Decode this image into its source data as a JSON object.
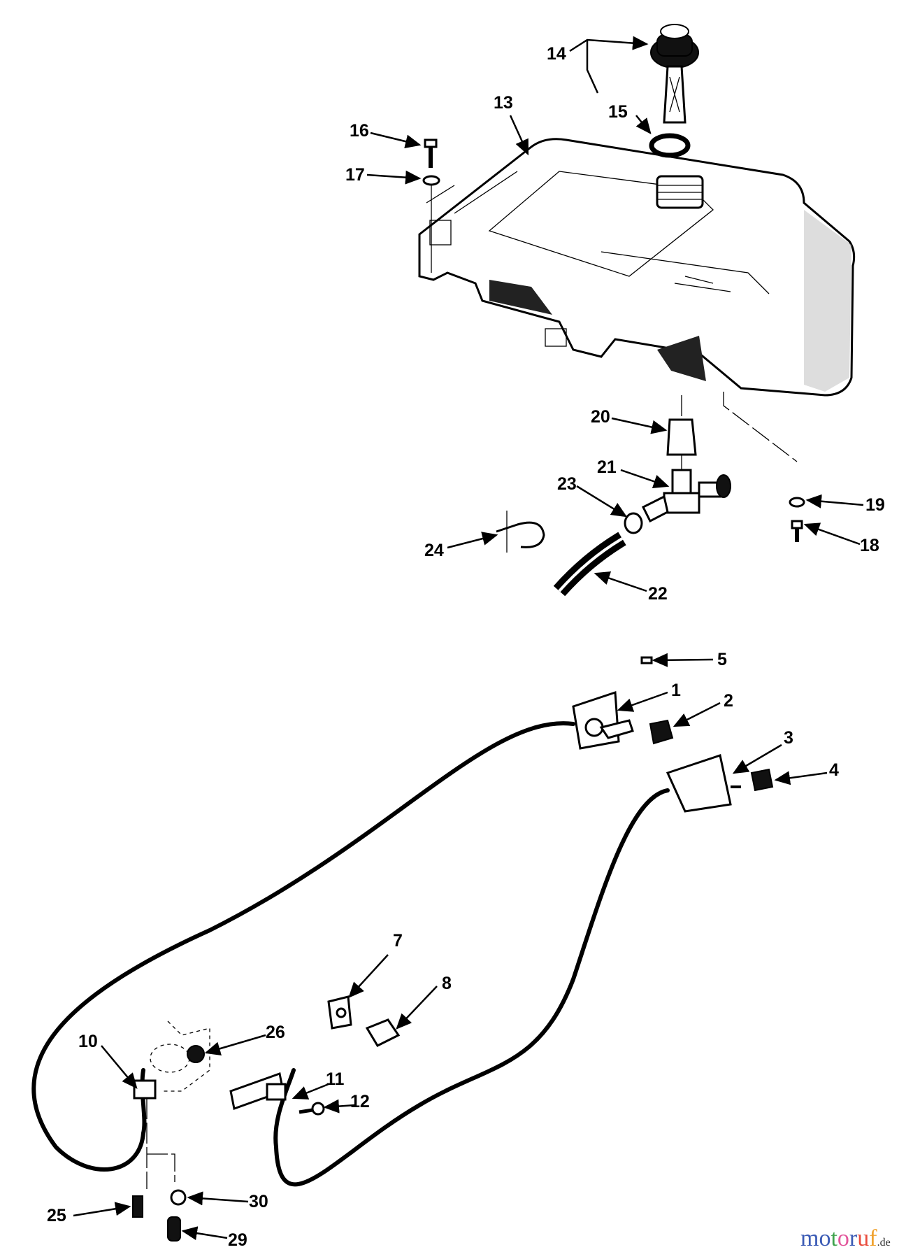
{
  "diagram": {
    "type": "exploded parts diagram",
    "labels": {
      "1": "1",
      "2": "2",
      "3": "3",
      "4": "4",
      "5": "5",
      "7": "7",
      "8": "8",
      "10": "10",
      "11": "11",
      "12": "12",
      "13": "13",
      "14": "14",
      "15": "15",
      "16": "16",
      "17": "17",
      "18": "18",
      "19": "19",
      "20": "20",
      "21": "21",
      "22": "22",
      "23": "23",
      "24": "24",
      "25": "25",
      "26": "26",
      "29": "29",
      "30": "30"
    }
  },
  "watermark": {
    "name": "motoruf",
    "suffix": ".de",
    "colors": [
      "#3b5bb5",
      "#3b5bb5",
      "#3fa34d",
      "#e2559b",
      "#3b5bb5",
      "#e94b3c",
      "#f0a22e",
      "#f0a22e"
    ]
  }
}
